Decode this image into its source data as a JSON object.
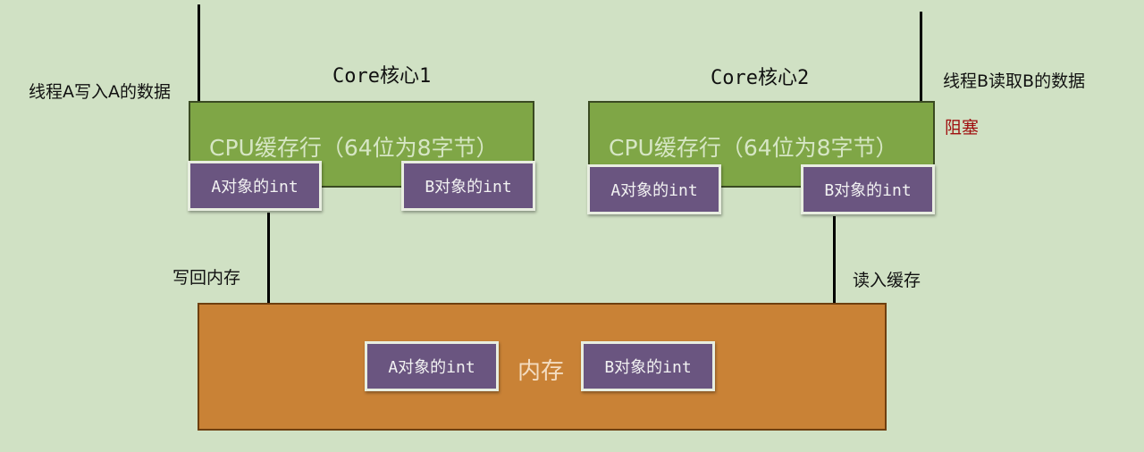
{
  "cores": [
    {
      "title": "Core核心1",
      "cache_line_label": "CPU缓存行（64位为8字节）",
      "slots": [
        "A对象的int",
        "B对象的int"
      ]
    },
    {
      "title": "Core核心2",
      "cache_line_label": "CPU缓存行（64位为8字节）",
      "slots": [
        "A对象的int",
        "B对象的int"
      ]
    }
  ],
  "annotations": {
    "thread_a_write": "线程A写入A的数据",
    "thread_b_read": "线程B读取B的数据",
    "blocked": "阻塞",
    "write_back": "写回内存",
    "read_in": "读入缓存"
  },
  "memory": {
    "label": "内存",
    "slots": [
      "A对象的int",
      "B对象的int"
    ]
  },
  "colors": {
    "background": "#d0e1c4",
    "cache_line": "#7fa646",
    "int_slot": "#6a5580",
    "memory": "#c98236",
    "blocked_text": "#a01010"
  }
}
